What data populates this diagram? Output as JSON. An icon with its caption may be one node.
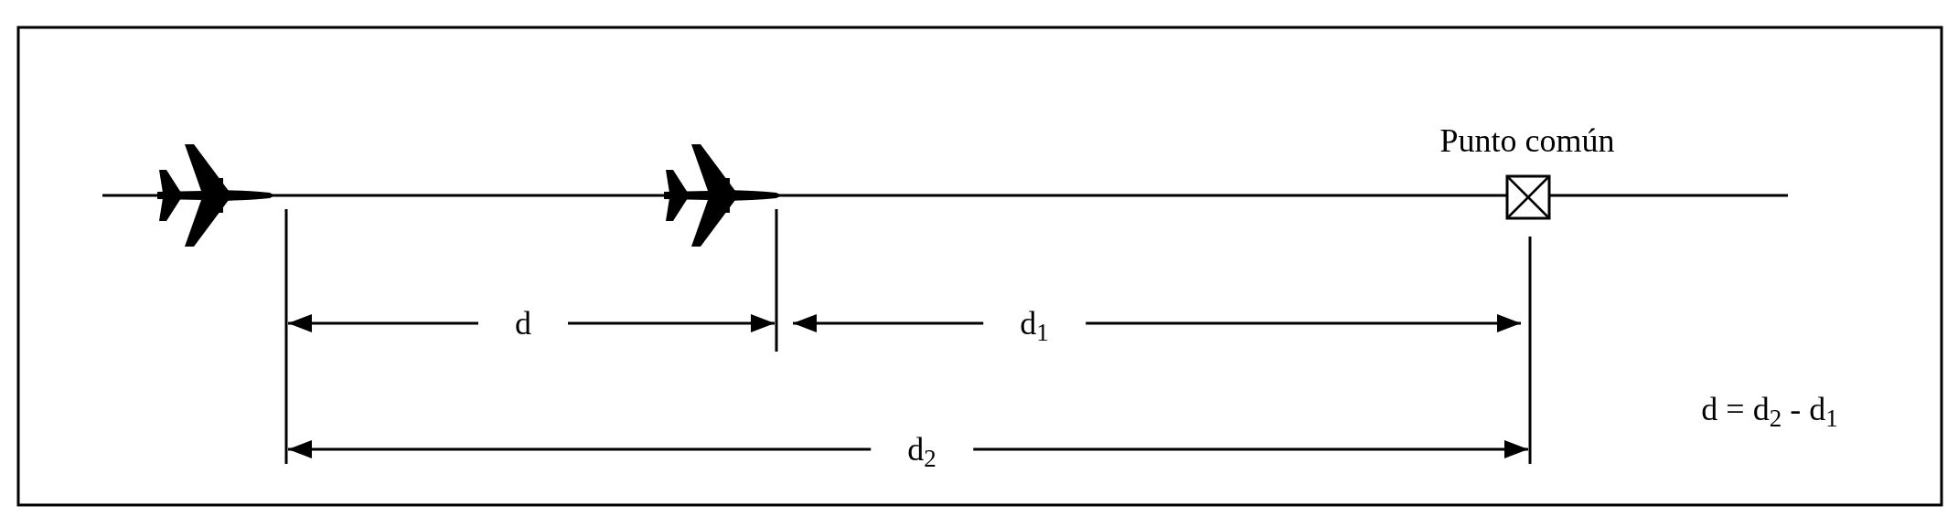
{
  "diagram": {
    "labels": [
      "Punto común",
      "d",
      "d$_{1}$",
      "d$_{2}$",
      "d = d$_{2}$ - d$_{1}$"
    ]
  }
}
